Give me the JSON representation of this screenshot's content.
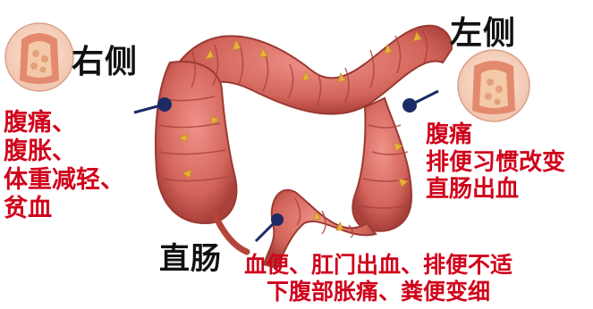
{
  "labels": {
    "right_side": "右侧",
    "left_side": "左侧",
    "rectum": "直肠"
  },
  "symptoms": {
    "right_side": [
      "腹痛、",
      "腹胀、",
      "体重减轻、",
      "贫血"
    ],
    "left_side": [
      "腹痛",
      "排便习惯改变",
      "直肠出血"
    ],
    "rectum": [
      "血便、肛门出血、排便不适",
      "下腹部胀痛、粪便变细"
    ]
  },
  "colors": {
    "text_red": "#d0021b",
    "text_black": "#111111",
    "marker_navy": "#1c2a66",
    "colon_main": "#d9685e",
    "colon_dark": "#b4443c",
    "fat_yellow": "#e8b23c"
  }
}
